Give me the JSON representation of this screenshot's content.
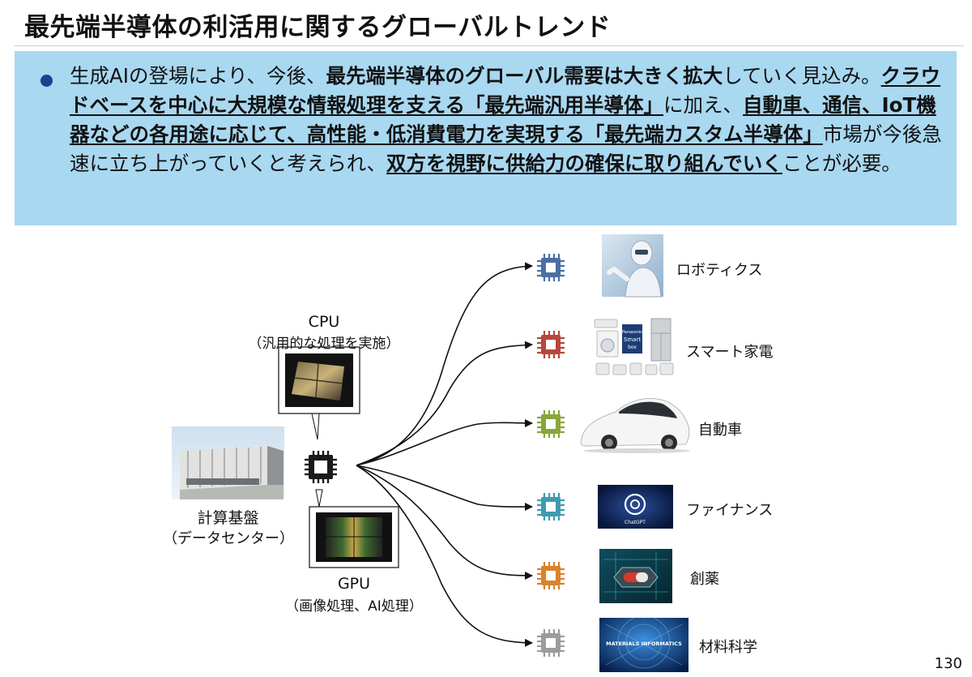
{
  "title": "最先端半導体の利活用に関するグローバルトレンド",
  "summary": {
    "t1": "生成AIの登場により、今後、",
    "t2": "最先端半導体のグローバル需要は大きく拡大",
    "t3": "していく見込み。",
    "t4": "クラウドベースを中心に大規模な情報処理を支える「最先端汎用半導体」",
    "t5": "に加え、",
    "t6": "自動車、通信、IoT機器などの各用途に応じて、高性能・低消費電力を実現する「最先端カスタム半導体」",
    "t7": "市場が今後急速に立ち上がっていくと考えられ、",
    "t8": "双方を視野に供給力の確保に取り組んでいく",
    "t9": "ことが必要。"
  },
  "diagram": {
    "datacenter": {
      "label": "計算基盤",
      "sublabel": "（データセンター）"
    },
    "cpu": {
      "label": "CPU",
      "sublabel": "（汎用的な処理を実施）"
    },
    "gpu": {
      "label": "GPU",
      "sublabel": "（画像処理、AI処理）"
    },
    "apps": [
      {
        "label": "ロボティクス",
        "color": "#4a6fa5"
      },
      {
        "label": "スマート家電",
        "color": "#b5473e"
      },
      {
        "label": "自動車",
        "color": "#8aa63a"
      },
      {
        "label": "ファイナンス",
        "color": "#3f9bb0"
      },
      {
        "label": "創薬",
        "color": "#d9822b"
      },
      {
        "label": "材料科学",
        "color": "#9c9c9c"
      }
    ],
    "thumb_text": {
      "chatgpt": "ChatGPT",
      "materials": "MATERIALS INFORMATICS",
      "panasonic": "Panasonic",
      "smart": "Smart",
      "box": "box"
    }
  },
  "page_number": "130"
}
